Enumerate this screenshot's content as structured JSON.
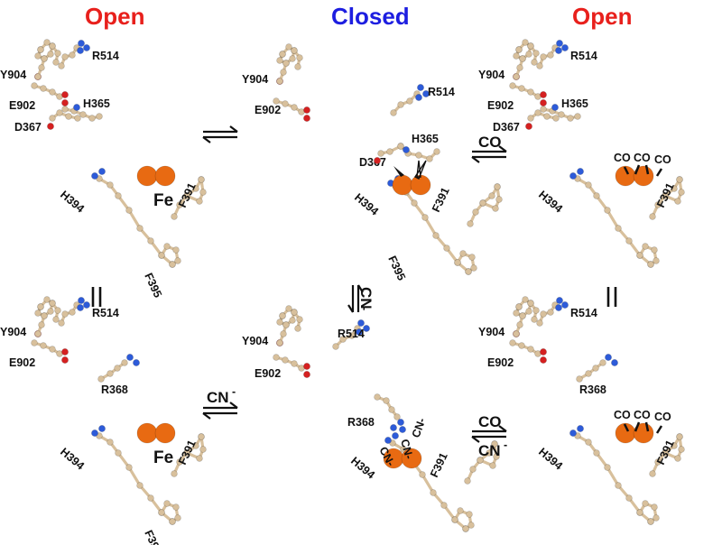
{
  "headers": {
    "left": "Open",
    "middle": "Closed",
    "right": "Open"
  },
  "colors": {
    "open": "#e8201c",
    "closed": "#1d1ee0",
    "carbon": "#d8c09c",
    "nitrogen": "#2d5bd9",
    "oxygen": "#d52020",
    "metal": "#e86a12"
  },
  "residues": {
    "y904": "Y904",
    "r514": "R514",
    "e902": "E902",
    "h365": "H365",
    "d367": "D367",
    "h394": "H394",
    "f391": "F391",
    "f395": "F395",
    "r368": "R368"
  },
  "fe_label": "Fe",
  "ligands": {
    "co": "CO",
    "cn": "CN",
    "cn_charge": "-"
  },
  "equilibria": {
    "top_right_reagent": "CO",
    "bottom_left_reagent": "CN",
    "bottom_right_top": "CO",
    "bottom_right_bottom": "CN",
    "middle_vertical_reagent": "CN",
    "equal_sign": "||"
  }
}
